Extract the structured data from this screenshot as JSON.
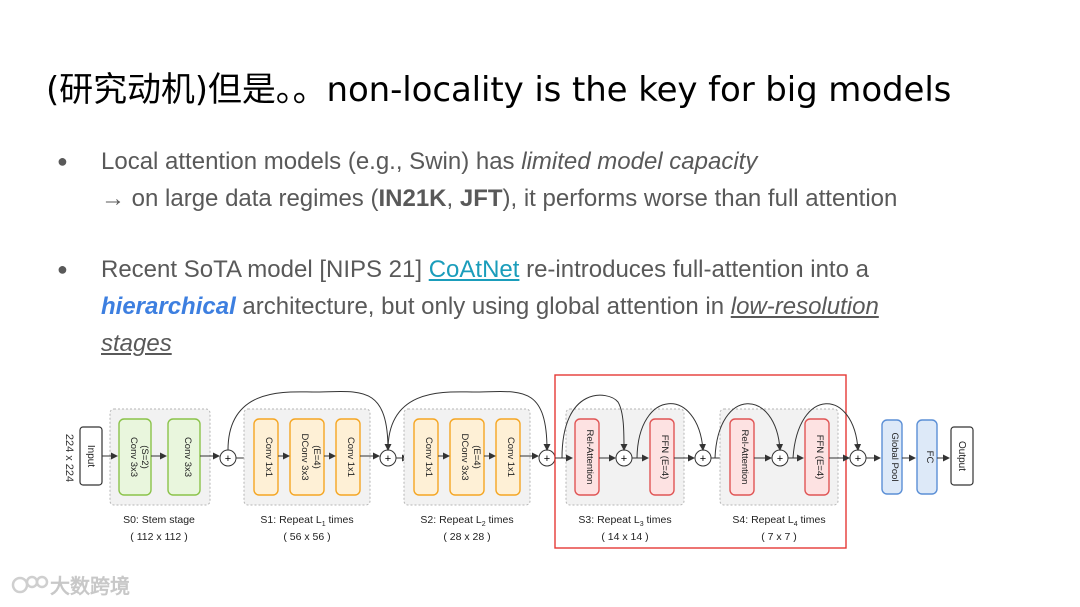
{
  "slide": {
    "title": "(研究动机)但是。。non-locality is the key for big models",
    "bullets": [
      {
        "line1_pre": "Local attention models (e.g., Swin) has ",
        "line1_em": "limited model capacity",
        "line2_pre": "→ on large data regimes (",
        "line2_b1": "IN21K",
        "line2_mid": ", ",
        "line2_b2": "JFT",
        "line2_post": "), it performs worse than full attention"
      },
      {
        "line1_pre": "Recent SoTA model [NIPS 21] ",
        "line1_link": "CoAtNet",
        "line1_post": " re-introduces full-attention into a",
        "line2_hier": "hierarchical",
        "line2_mid": " architecture, but only using global attention in ",
        "line2_ul": "low-resolution",
        "line3_ul": "stages"
      }
    ]
  },
  "diagram": {
    "input_size": "224 x 224",
    "input": "Input",
    "s0": {
      "label": "S0: Stem stage",
      "res": "( 112 x 112 )",
      "blocks": [
        {
          "l1": "Conv 3x3",
          "l2": "(S=2)"
        },
        {
          "l1": "Conv 3x3",
          "l2": ""
        }
      ]
    },
    "s1": {
      "label_pre": "S1: Repeat L",
      "sub": "1",
      "label_post": " times",
      "res": "( 56 x 56 )",
      "blocks": [
        {
          "l1": "Conv 1x1",
          "l2": ""
        },
        {
          "l1": "DConv 3x3",
          "l2": "(E=4)"
        },
        {
          "l1": "Conv 1x1",
          "l2": ""
        }
      ]
    },
    "s2": {
      "label_pre": "S2: Repeat L",
      "sub": "2",
      "label_post": " times",
      "res": "( 28 x 28 )",
      "blocks": [
        {
          "l1": "Conv 1x1",
          "l2": ""
        },
        {
          "l1": "DConv 3x3",
          "l2": "(E=4)"
        },
        {
          "l1": "Conv 1x1",
          "l2": ""
        }
      ]
    },
    "s3": {
      "label_pre": "S3: Repeat L",
      "sub": "3",
      "label_post": " times",
      "res": "( 14 x 14 )",
      "blocks": [
        {
          "l1": "Rel-Attention",
          "l2": ""
        },
        {
          "l1": "FFN (E=4)",
          "l2": ""
        }
      ]
    },
    "s4": {
      "label_pre": "S4: Repeat L",
      "sub": "4",
      "label_post": " times",
      "res": "( 7 x 7 )",
      "blocks": [
        {
          "l1": "Rel-Attention",
          "l2": ""
        },
        {
          "l1": "FFN (E=4)",
          "l2": ""
        }
      ]
    },
    "global_pool": "Global Pool",
    "fc": "FC",
    "output": "Output",
    "plus_symbol": "+"
  },
  "watermark": "大数跨境",
  "colors": {
    "stem_green": "#8bc34a",
    "mbconv_orange": "#f5a623",
    "attn_red": "#e05555",
    "head_blue": "#5b8fd6",
    "highlight_red": "#e53935",
    "link": "#1a9dbb",
    "hierarchical": "#3d7fe0"
  }
}
